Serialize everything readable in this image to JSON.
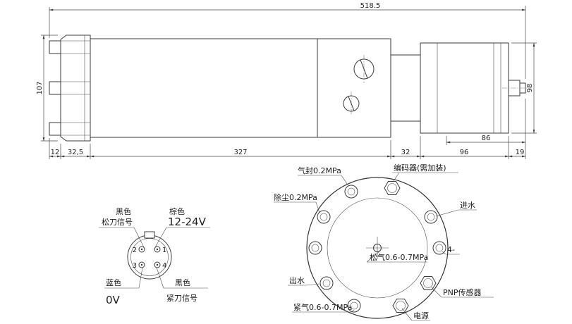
{
  "side_view": {
    "dim_total": "518.5",
    "dim_height_left": "107",
    "dim_height_right": "98",
    "dim_12": "12",
    "dim_32_5": "32,5",
    "dim_327": "327",
    "dim_32": "32",
    "dim_96": "96",
    "dim_19": "19",
    "dim_86": "86"
  },
  "connector_view": {
    "pin_1": "1",
    "pin_2": "2",
    "pin_3": "3",
    "pin_4": "4",
    "top_left_color": "黑色",
    "top_left_signal": "松刀信号",
    "top_right_color": "棕色",
    "top_right_signal": "12-24V",
    "bottom_left_color": "蓝色",
    "bottom_left_signal": "0V",
    "bottom_right_color": "黑色",
    "bottom_right_signal": "紧刀信号"
  },
  "flange_view": {
    "air_seal": "气封0.2MPa",
    "dust_blow": "除尘0.2MPa",
    "encoder": "编码器(需加装)",
    "water_in": "进水",
    "release_air": "松气0.6-0.7MPa",
    "bolt_note": "4-",
    "water_out": "出水",
    "pnp_sensor": "PNP传感器",
    "clamp_air": "紧气0.6-0.7MPa",
    "power": "电源"
  },
  "colors": {
    "line": "#3a3a3a",
    "background": "#ffffff"
  }
}
